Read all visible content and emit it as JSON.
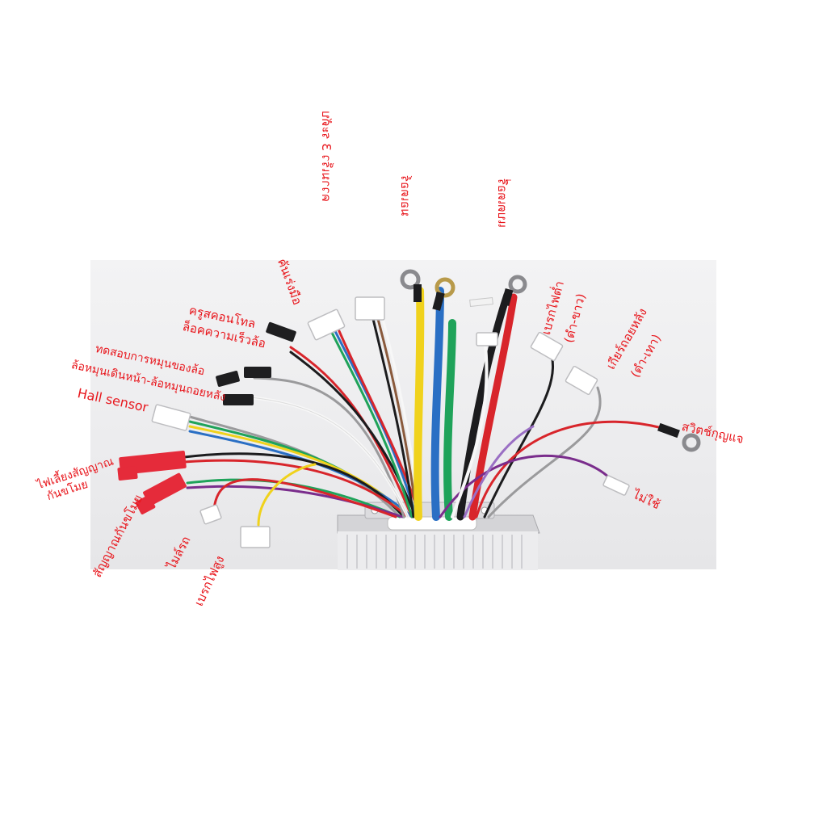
{
  "labels": {
    "speed3": "ความเร็ว 3 ระดับ",
    "motor_phase": "มอเตอร์",
    "power": "แบตเตอรี่",
    "throttle": "คันเร่งมือ",
    "cruise": "ครูสคอนโทล",
    "speed_lock": "ล็อคความเร็วล้อ",
    "wheel_test": "ทดสอบการหมุนของล้อ",
    "forward_reverse": "ล้อหมุนเดินหน้า-ล้อหมุนถอยหลัง",
    "hall_sensor": "Hall sensor",
    "brake_low": "เบรกไฟต่ำ",
    "brake_low_colors": "(ดำ-ขาว)",
    "reverse_gear": "เกียร์ถอยหลัง",
    "reverse_gear_colors": "(ดำ-เทา)",
    "key_switch": "สวิตช์กุญแจ",
    "unused": "ไม่ใช้",
    "alarm_light": "ไฟเลี้ยงสัญญาณ",
    "anti_theft": "กันขโมย",
    "anti_theft_signal": "สัญญาณกันขโมย",
    "speedometer": "ไมล์รถ",
    "brake_high": "เบรกไฟสูง"
  },
  "colors": {
    "label": "#e8161c",
    "wire_yellow": "#f0d21c",
    "wire_blue": "#2a6fc4",
    "wire_green": "#1fa35a",
    "wire_red": "#d8252b",
    "wire_black": "#1c1c1e",
    "wire_white": "#f7f7f7",
    "wire_purple": "#7a2d8c",
    "connector_red": "#e52b3a",
    "housing": "#e4e4e6"
  }
}
